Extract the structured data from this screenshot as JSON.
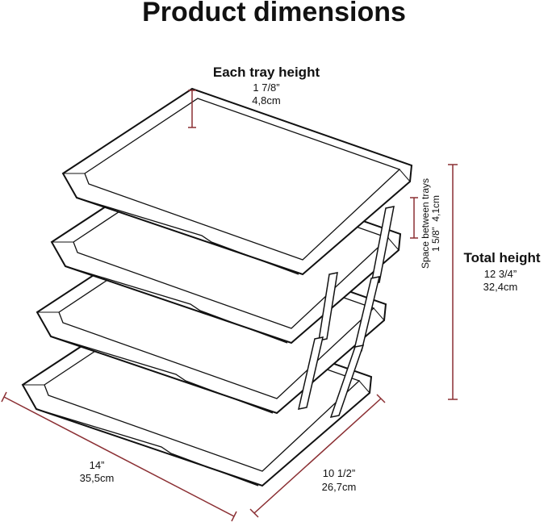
{
  "title": "Product dimensions",
  "tray_height": {
    "label": "Each tray height",
    "imperial": "1 7/8”",
    "metric": "4,8cm"
  },
  "space_between": {
    "label": "Space between trays",
    "imperial": "1 5/8”",
    "metric": "4,1cm"
  },
  "total_height": {
    "label": "Total height",
    "imperial": "12 3/4”",
    "metric": "32,4cm"
  },
  "width": {
    "imperial": "14”",
    "metric": "35,5cm"
  },
  "depth": {
    "imperial": "10 1/2”",
    "metric": "26,7cm"
  },
  "colors": {
    "dimension_line": "#8b2f33",
    "outline": "#111111"
  }
}
